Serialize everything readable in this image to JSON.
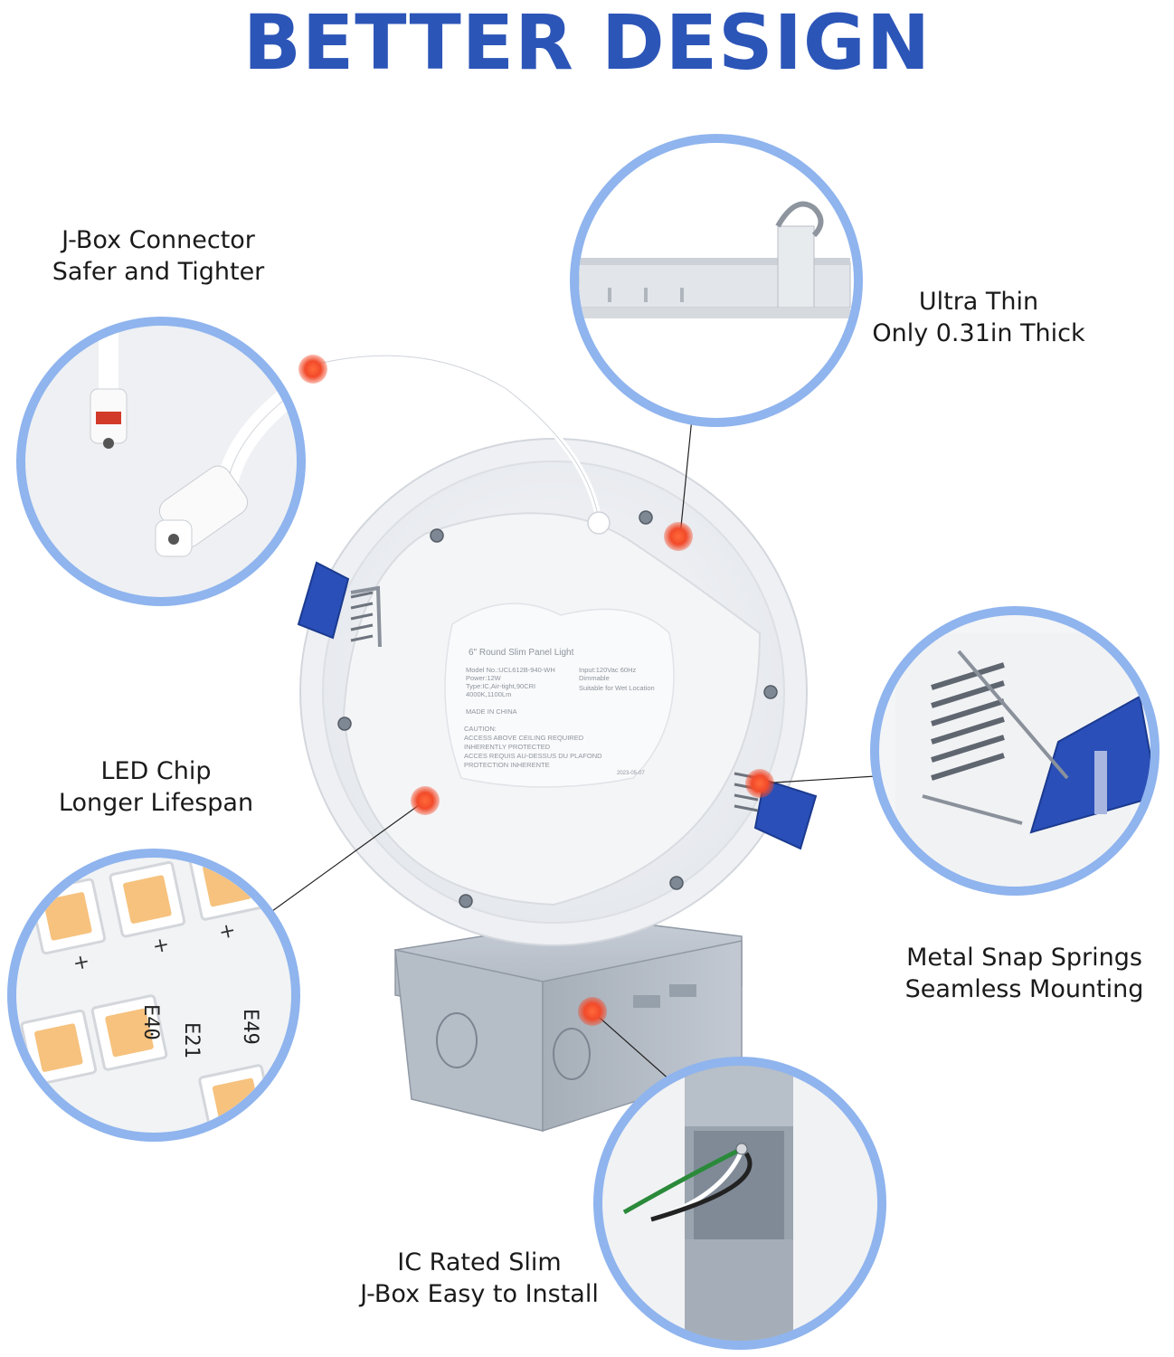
{
  "title": "BETTER DESIGN",
  "colors": {
    "title": "#2c55b8",
    "circle_ring": "#8fb4ee",
    "hotspot": "#f24a2a",
    "clip_blue": "#2a4fb8"
  },
  "features": [
    {
      "line1": "J-Box Connector",
      "line2": "Safer and Tighter",
      "icon": "connector-closeup"
    },
    {
      "line1": "Ultra Thin",
      "line2": "Only 0.31in Thick",
      "icon": "edge-profile-closeup"
    },
    {
      "line1": "LED Chip",
      "line2": "Longer Lifespan",
      "icon": "led-chip-closeup"
    },
    {
      "line1": "Metal Snap Springs",
      "line2": "Seamless Mounting",
      "icon": "spring-clip-closeup"
    },
    {
      "line1": "IC Rated Slim",
      "line2": "J-Box Easy to Install",
      "icon": "junction-box-closeup"
    }
  ],
  "product_label": {
    "name": "6\" Round Slim Panel Light",
    "left_specs": [
      "Model No.:UCL612B-940-WH",
      "Power:12W",
      "Type:IC,Air-tight,90CRI",
      "4000K,1100Lm"
    ],
    "right_specs": [
      "Input:120Vac 60Hz",
      "Dimmable",
      "Suitable for Wet Location"
    ],
    "origin": "MADE IN CHINA",
    "caution": [
      "CAUTION:",
      "ACCESS ABOVE CEILING REQUIRED",
      "INHERENTLY PROTECTED",
      "ACCES REQUIS AU-DESSUS DU PLAFOND",
      "PROTECTION INHERENTE"
    ],
    "date": "2023-05-07"
  },
  "pcb_marks": [
    "E40",
    "E21",
    "E49"
  ]
}
